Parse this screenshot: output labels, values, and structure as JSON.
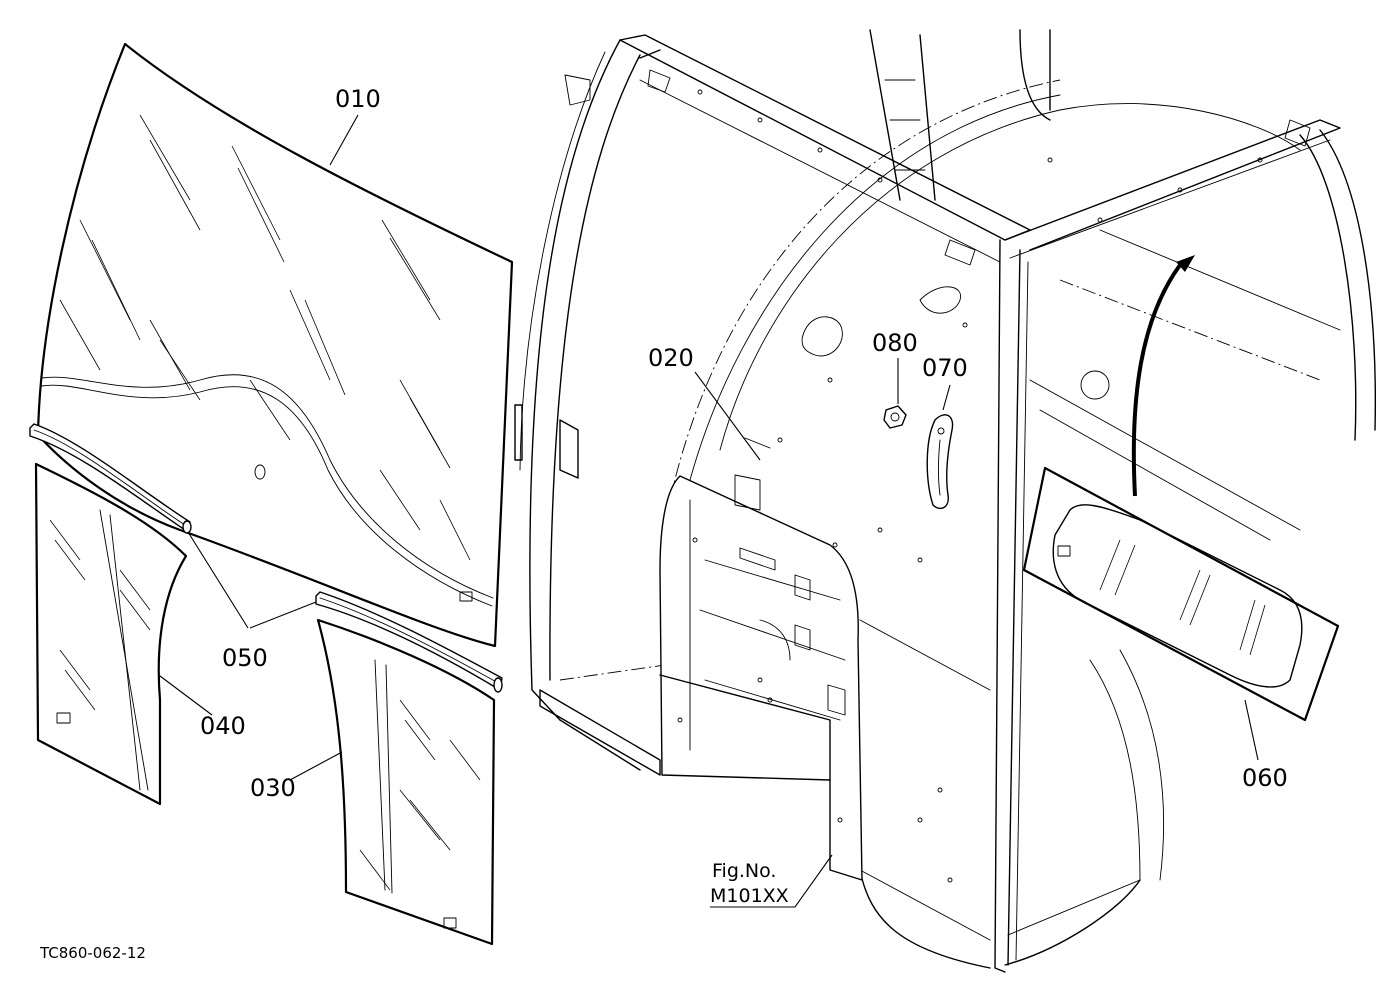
{
  "parts": [
    {
      "id": "part-010",
      "label": "010"
    },
    {
      "id": "part-020",
      "label": "020"
    },
    {
      "id": "part-030",
      "label": "030"
    },
    {
      "id": "part-040",
      "label": "040"
    },
    {
      "id": "part-050",
      "label": "050"
    },
    {
      "id": "part-060",
      "label": "060"
    },
    {
      "id": "part-070",
      "label": "070"
    },
    {
      "id": "part-080",
      "label": "080"
    }
  ],
  "figure_ref": {
    "line1": "Fig.No.",
    "line2": "M101XX"
  },
  "drawing_code": "TC860-062-12"
}
